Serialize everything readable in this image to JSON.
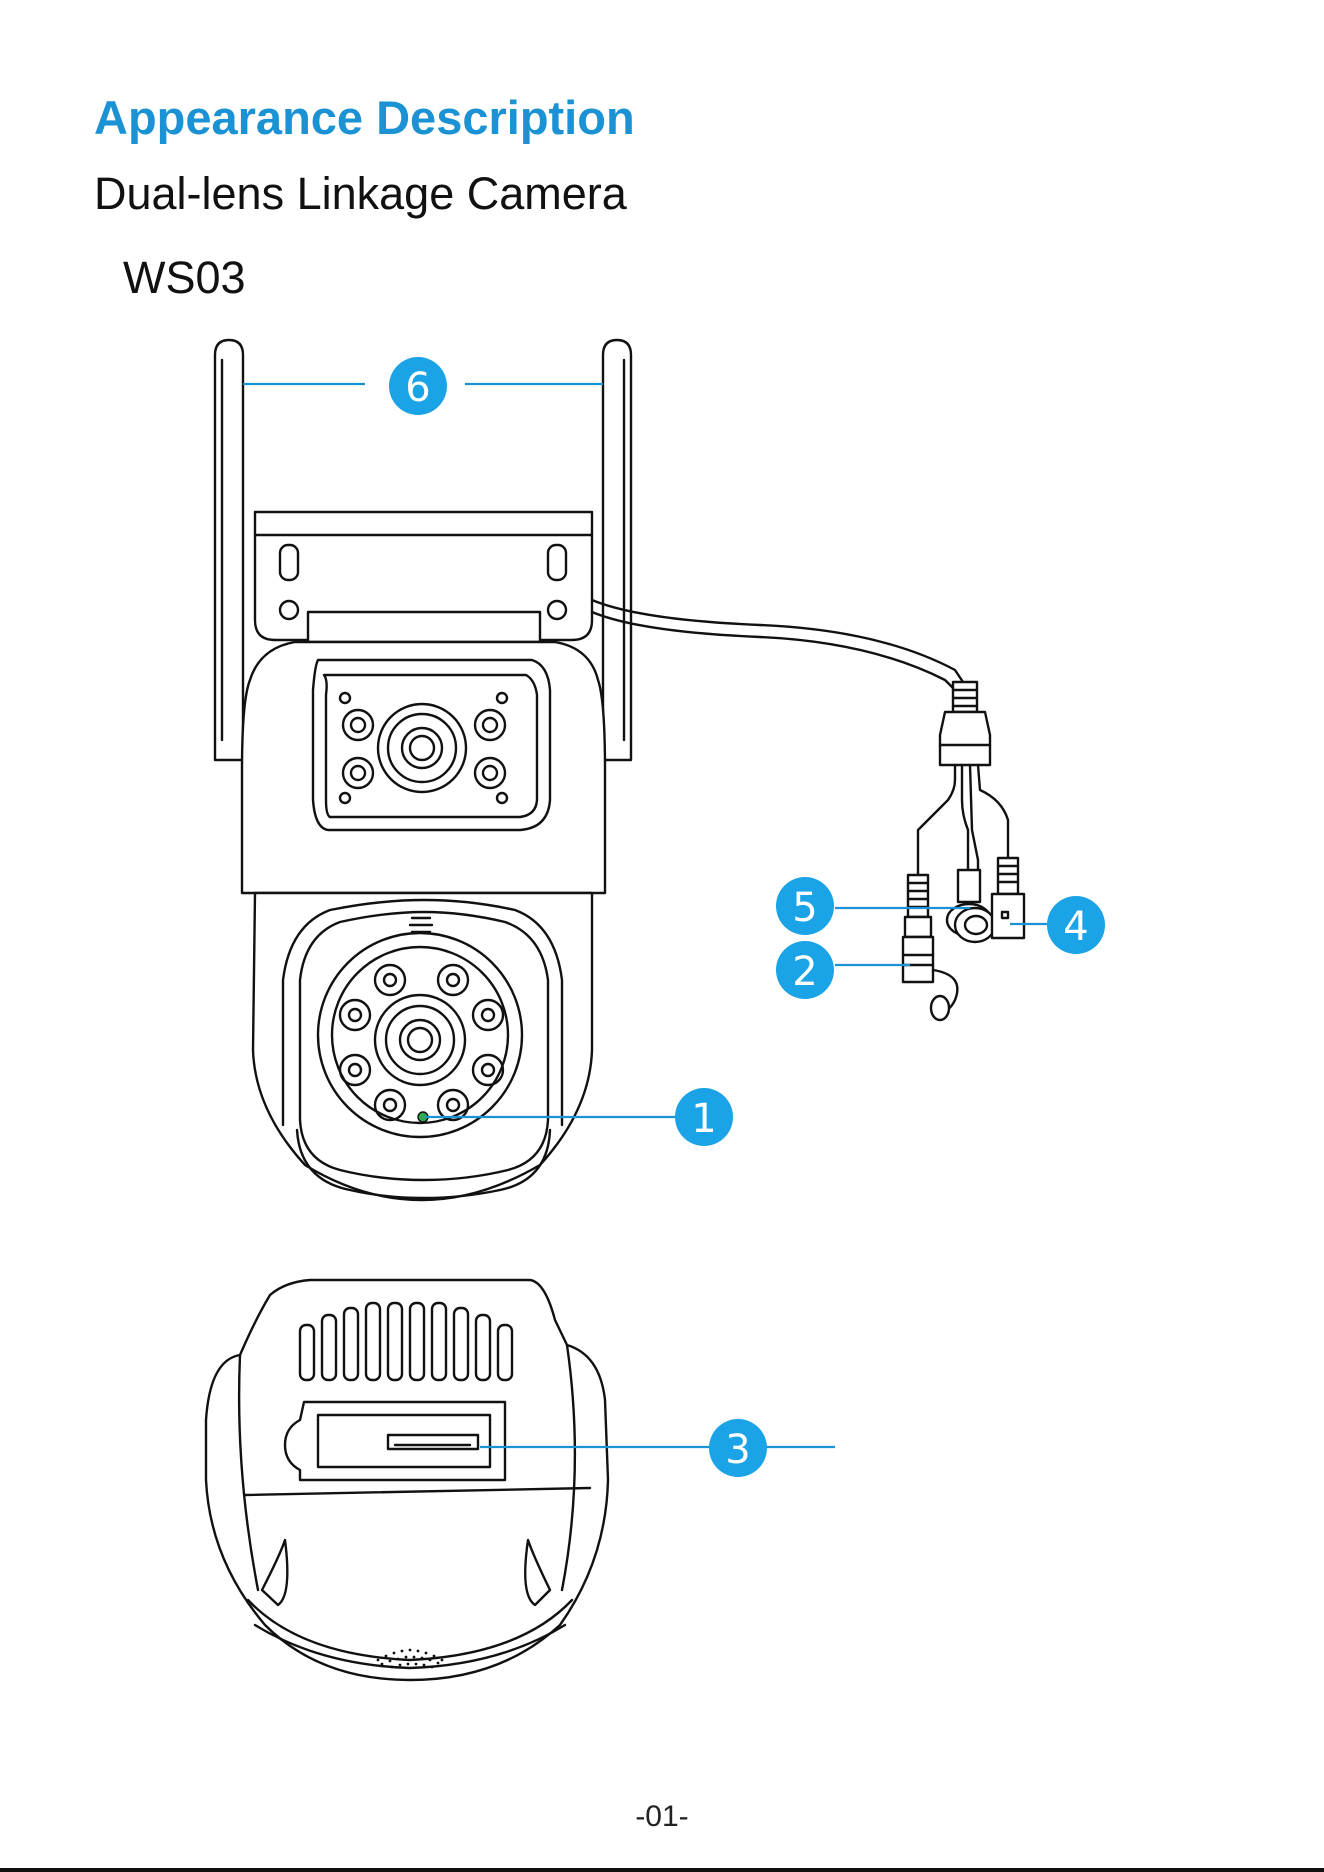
{
  "page": {
    "title": "Appearance Description",
    "subtitle": "Dual-lens Linkage Camera",
    "model": "WS03",
    "page_number": "-01-"
  },
  "callouts": [
    "1",
    "2",
    "3",
    "4",
    "5",
    "6"
  ],
  "colors": {
    "accent": "#1a92d4",
    "badge": "#1aa3e6",
    "led": "#2fa84f",
    "line": "#111111"
  }
}
